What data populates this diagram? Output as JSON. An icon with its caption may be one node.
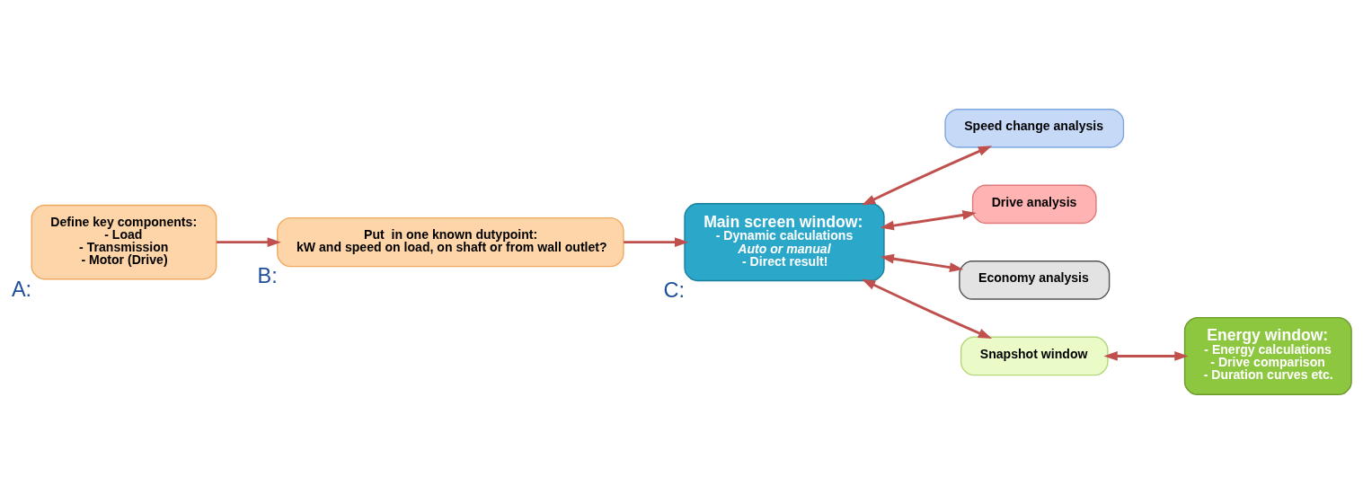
{
  "diagram": {
    "nodes": [
      {
        "text": [
          "Define key components:",
          "- Load",
          "- Transmission",
          "- Motor (Drive)"
        ],
        "beside": [
          "A:"
        ]
      },
      {
        "text": [
          "Put  in one known dutypoint:",
          "kW and speed on load, on shaft or from wall outlet?"
        ],
        "beside": [
          "B:"
        ]
      },
      {
        "text": [
          "Main screen window:",
          "- Dynamic calculations",
          "Auto or manual",
          "- Direct result!"
        ],
        "beside": [
          "C:"
        ]
      },
      {
        "text": [
          "Speed change analysis"
        ]
      },
      {
        "text": [
          "Drive analysis"
        ]
      },
      {
        "text": [
          "Economy analysis"
        ]
      },
      {
        "text": [
          "Snapshot window"
        ]
      },
      {
        "text": [
          "Energy window:",
          "- Energy calculations",
          "- Drive comparison",
          "- Duration curves etc."
        ]
      }
    ],
    "edges": [
      {
        "from": 0,
        "to": 1,
        "arrow": "to"
      },
      {
        "from": 1,
        "to": 2,
        "arrow": "to"
      },
      {
        "from": 2,
        "to": 3,
        "arrow": "both"
      },
      {
        "from": 2,
        "to": 4,
        "arrow": "both"
      },
      {
        "from": 2,
        "to": 5,
        "arrow": "both"
      },
      {
        "from": 2,
        "to": 6,
        "arrow": "both"
      },
      {
        "from": 6,
        "to": 7,
        "arrow": "both"
      }
    ]
  }
}
